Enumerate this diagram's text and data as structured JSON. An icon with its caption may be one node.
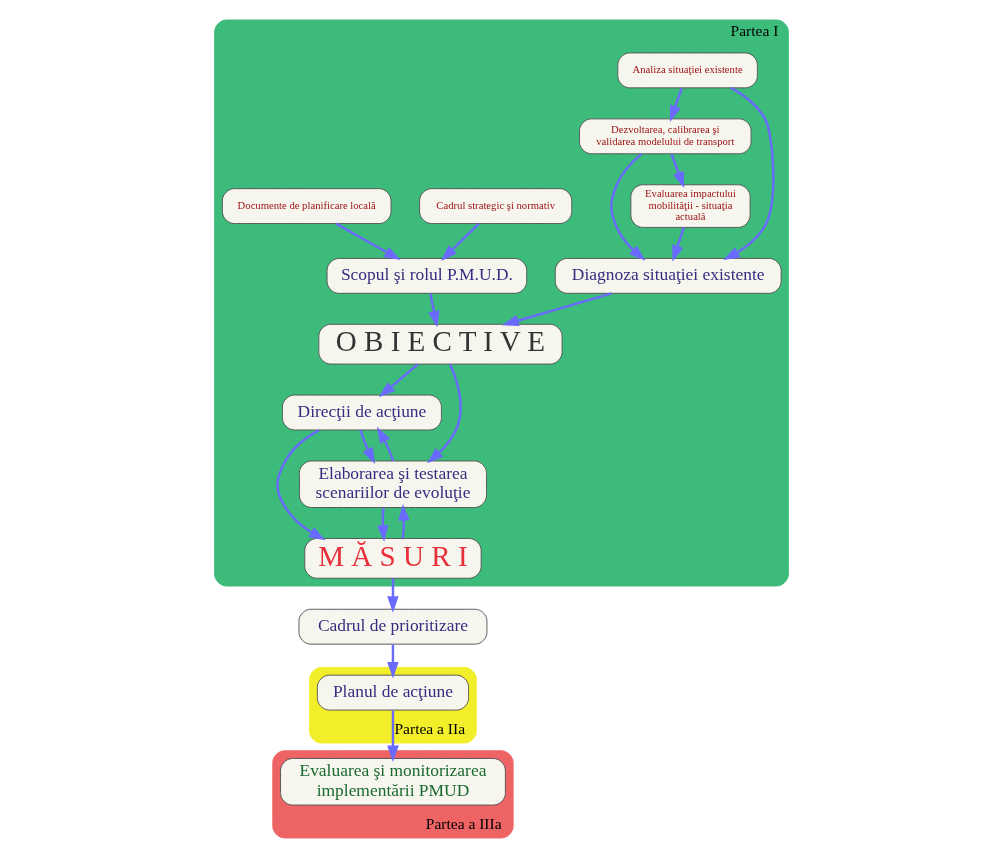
{
  "diagram": {
    "nodes": [
      {
        "text": [
          "Partea I"
        ]
      },
      {
        "text": [
          "Analiza situaţiei existente"
        ],
        "in": 0
      },
      {
        "text": [
          "Cadrul strategic şi normativ"
        ],
        "in": 0
      },
      {
        "text": [
          "Dezvoltarea, calibrarea şi validarea modelului de transport"
        ],
        "in": 0
      },
      {
        "text": [
          "Documente de planificare locală"
        ],
        "in": 0
      },
      {
        "text": [
          "Evaluarea impactului mobilităţii - situaţia actuală"
        ],
        "in": 0
      },
      {
        "text": [
          "Scopul şi rolul P.M.U.D."
        ],
        "in": 0
      },
      {
        "text": [
          "Diagnoza situaţiei existente"
        ],
        "in": 0
      },
      {
        "text": [
          "O B I E C T I V E"
        ],
        "in": 0
      },
      {
        "text": [
          "Direcţii de acţiune"
        ],
        "in": 0
      },
      {
        "text": [
          "Elaborarea şi testarea scenariilor de evoluţie"
        ],
        "in": 0
      },
      {
        "text": [
          "M Ă S U R I"
        ],
        "in": 0
      },
      {
        "text": [
          "Partea a IIa"
        ]
      },
      {
        "text": [
          "Cadrul de prioritizare"
        ]
      },
      {
        "text": [
          "Planul de acţiune"
        ],
        "in": 12
      },
      {
        "text": [
          "Partea a IIIa"
        ]
      },
      {
        "text": [
          "Evaluarea şi monitorizarea implementării PMUD"
        ],
        "in": 15
      }
    ],
    "edges": [
      {
        "from": 1,
        "to": 3,
        "arrow": "to"
      },
      {
        "from": 1,
        "to": 7,
        "arrow": "to"
      },
      {
        "from": 3,
        "to": 5,
        "arrow": "to"
      },
      {
        "from": 3,
        "to": 7,
        "arrow": "to"
      },
      {
        "from": 5,
        "to": 7,
        "arrow": "to"
      },
      {
        "from": 2,
        "to": 6,
        "arrow": "to"
      },
      {
        "from": 4,
        "to": 6,
        "arrow": "to"
      },
      {
        "from": 6,
        "to": 8,
        "arrow": "to"
      },
      {
        "from": 7,
        "to": 8,
        "arrow": "to"
      },
      {
        "from": 8,
        "to": 9,
        "arrow": "to"
      },
      {
        "from": 8,
        "to": 10,
        "arrow": "to"
      },
      {
        "from": 9,
        "to": 10,
        "arrow": "to"
      },
      {
        "from": 10,
        "to": 9,
        "arrow": "to"
      },
      {
        "from": 9,
        "to": 11,
        "arrow": "to"
      },
      {
        "from": 10,
        "to": 11,
        "arrow": "to"
      },
      {
        "from": 11,
        "to": 10,
        "arrow": "to"
      },
      {
        "from": 11,
        "to": 13,
        "arrow": "to"
      },
      {
        "from": 13,
        "to": 14,
        "arrow": "to"
      },
      {
        "from": 14,
        "to": 16,
        "arrow": "to"
      }
    ]
  }
}
